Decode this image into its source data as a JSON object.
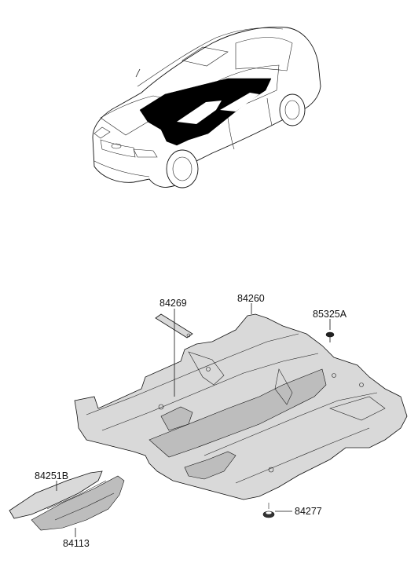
{
  "parts": [
    {
      "id": "p84269",
      "number": "84269"
    },
    {
      "id": "p84260",
      "number": "84260"
    },
    {
      "id": "p85325A",
      "number": "85325A"
    },
    {
      "id": "p84251B",
      "number": "84251B"
    },
    {
      "id": "p84277",
      "number": "84277"
    },
    {
      "id": "p84113",
      "number": "84113"
    }
  ],
  "colors": {
    "line": "#111111",
    "carpet": "#d9d9d9",
    "floor_highlight": "#000000",
    "background": "#ffffff"
  }
}
